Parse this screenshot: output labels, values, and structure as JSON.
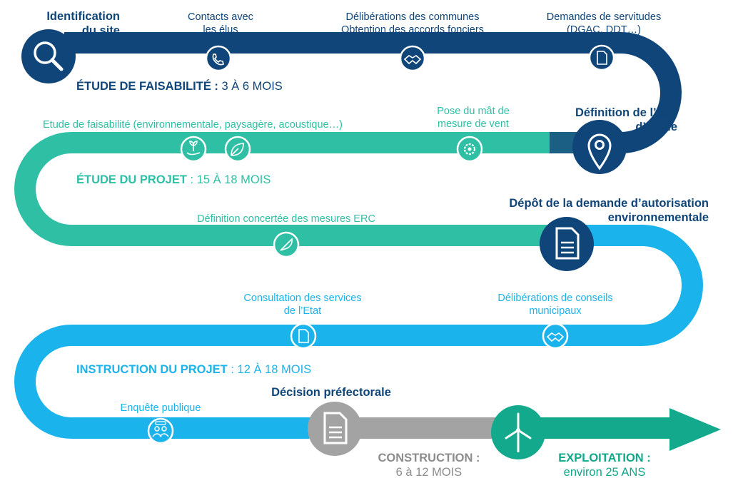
{
  "colors": {
    "navy": "#0f4578",
    "teal": "#2ebfa5",
    "sky": "#1ab3ec",
    "gray": "#a3a3a3",
    "green": "#13a98c"
  },
  "milestones": {
    "identification": [
      "Identification",
      "du site"
    ],
    "aire_etude": [
      "Définition de l’aire",
      "d’étude"
    ],
    "depot": [
      "Dépôt de la demande d’autorisation",
      "environnementale"
    ],
    "decision": "Décision préfectorale"
  },
  "steps": {
    "contacts": [
      "Contacts avec",
      "les élus"
    ],
    "deliberations_communes": [
      "Délibérations des communes",
      "Obtention des accords fonciers"
    ],
    "servitudes": [
      "Demandes de servitudes",
      "(DGAC, DDT…)"
    ],
    "etude_faisabilite": "Etude de faisabilité (environnementale, paysagère, acoustique…)",
    "mat_mesure": [
      "Pose du mât de",
      "mesure de vent"
    ],
    "mesures_erc": "Définition concertée des mesures ERC",
    "consultation": [
      "Consultation des services",
      "de l’Etat"
    ],
    "conseils_municipaux": [
      "Délibérations de conseils",
      "municipaux"
    ],
    "enquete": "Enquête publique"
  },
  "phases": {
    "faisabilite": {
      "title": "ÉTUDE DE FAISABILITÉ :",
      "duration": "3 À 6 MOIS"
    },
    "projet": {
      "title": "ÉTUDE DU PROJET",
      "duration": ": 15 À 18 MOIS"
    },
    "instruction": {
      "title": "INSTRUCTION DU PROJET",
      "duration": ": 12 À 18 MOIS"
    },
    "construction": {
      "title": "CONSTRUCTION :",
      "duration": "6 à 12 MOIS"
    },
    "exploitation": {
      "title": "EXPLOITATION :",
      "duration": "environ 25 ANS"
    }
  },
  "icons": [
    "search-icon",
    "phone-icon",
    "handshake-icon",
    "document-icon",
    "location-pin-icon",
    "plant-hand-icon",
    "leaf-icon",
    "gear-icon",
    "document-icon",
    "feather-icon",
    "document-icon",
    "handshake-icon",
    "people-icon",
    "document-icon",
    "wind-turbine-icon"
  ]
}
